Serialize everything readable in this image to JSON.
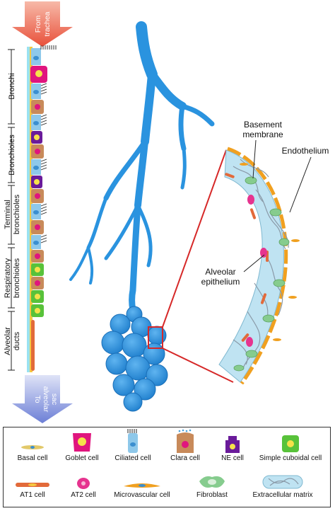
{
  "arrows": {
    "top": [
      "From",
      "trachea"
    ],
    "bottom": [
      "To",
      "alveolar",
      "sac"
    ]
  },
  "regions": [
    {
      "label_lines": [
        "Bronchi"
      ]
    },
    {
      "label_lines": [
        "Bronchioles"
      ]
    },
    {
      "label_lines": [
        "Terminal",
        "bronchioles"
      ]
    },
    {
      "label_lines": [
        "Respiratory",
        "bronchioles"
      ]
    },
    {
      "label_lines": [
        "Alveolar",
        "ducts"
      ]
    }
  ],
  "labels": {
    "basement_membrane": [
      "Basement",
      "membrane"
    ],
    "endothelium": "Endothelium",
    "alveolar_epithelium": [
      "Alveolar",
      "epithelium"
    ]
  },
  "legend": {
    "row1": [
      "Basal cell",
      "Goblet cell",
      "Ciliated cell",
      "Clara cell",
      "NE cell",
      "Simple cuboidal cell"
    ],
    "row2": [
      "AT1 cell",
      "AT2 cell",
      "Microvascular cell",
      "Fibroblast",
      "Extracellular matrix"
    ]
  },
  "colors": {
    "airway_blue": "#2a93df",
    "arrow_red": "#e8503a",
    "arrow_blue": "#6c7fd6",
    "zoom_red": "#d62828",
    "goblet": "#e0157e",
    "clara": "#c88a5a",
    "ne": "#6a1b9a",
    "cuboidal": "#58c23a",
    "at1": "#e26a3a",
    "at2": "#e6338f",
    "microvascular": "#f0a020",
    "fibroblast": "#86cc8e",
    "ecm": "#bfe3f2"
  }
}
